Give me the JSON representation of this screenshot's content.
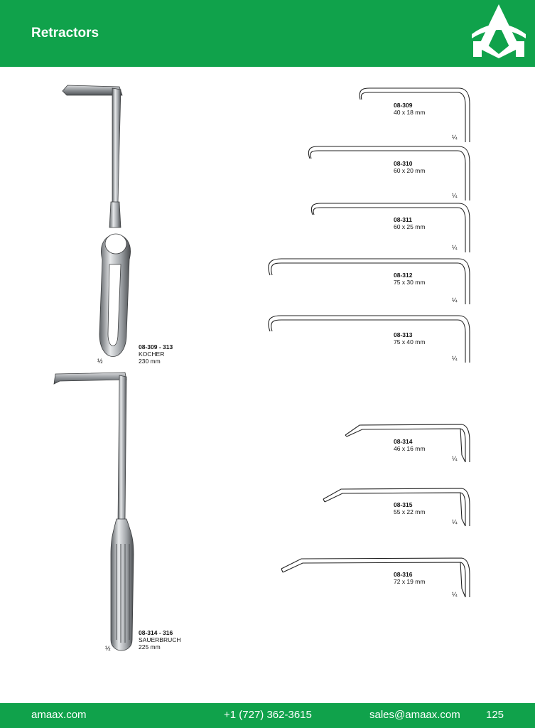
{
  "header": {
    "title": "Retractors",
    "brand_color": "#10a24b"
  },
  "logo": {
    "name": "amaax-logo",
    "icon": "amaax-logo-icon"
  },
  "kocher": {
    "code": "08-309 - 313",
    "name": "KOCHER",
    "length": "230 mm",
    "scale": "½"
  },
  "sauerbruch": {
    "code": "08-314 - 316",
    "name": "SAUERBRUCH",
    "length": "225 mm",
    "scale": "½"
  },
  "blades": [
    {
      "code": "08-309",
      "size": "40 x 18 mm",
      "scale": "¼"
    },
    {
      "code": "08-310",
      "size": "60 x 20 mm",
      "scale": "¼"
    },
    {
      "code": "08-311",
      "size": "60 x 25 mm",
      "scale": "¼"
    },
    {
      "code": "08-312",
      "size": "75 x 30 mm",
      "scale": "¼"
    },
    {
      "code": "08-313",
      "size": "75 x 40 mm",
      "scale": "¼"
    },
    {
      "code": "08-314",
      "size": "46 x 16 mm",
      "scale": "¼"
    },
    {
      "code": "08-315",
      "size": "55 x 22 mm",
      "scale": "¼"
    },
    {
      "code": "08-316",
      "size": "72 x 19 mm",
      "scale": "¼"
    }
  ],
  "footer": {
    "website": "amaax.com",
    "phone": "+1 (727) 362-3615",
    "email": "sales@amaax.com",
    "page": "125"
  }
}
